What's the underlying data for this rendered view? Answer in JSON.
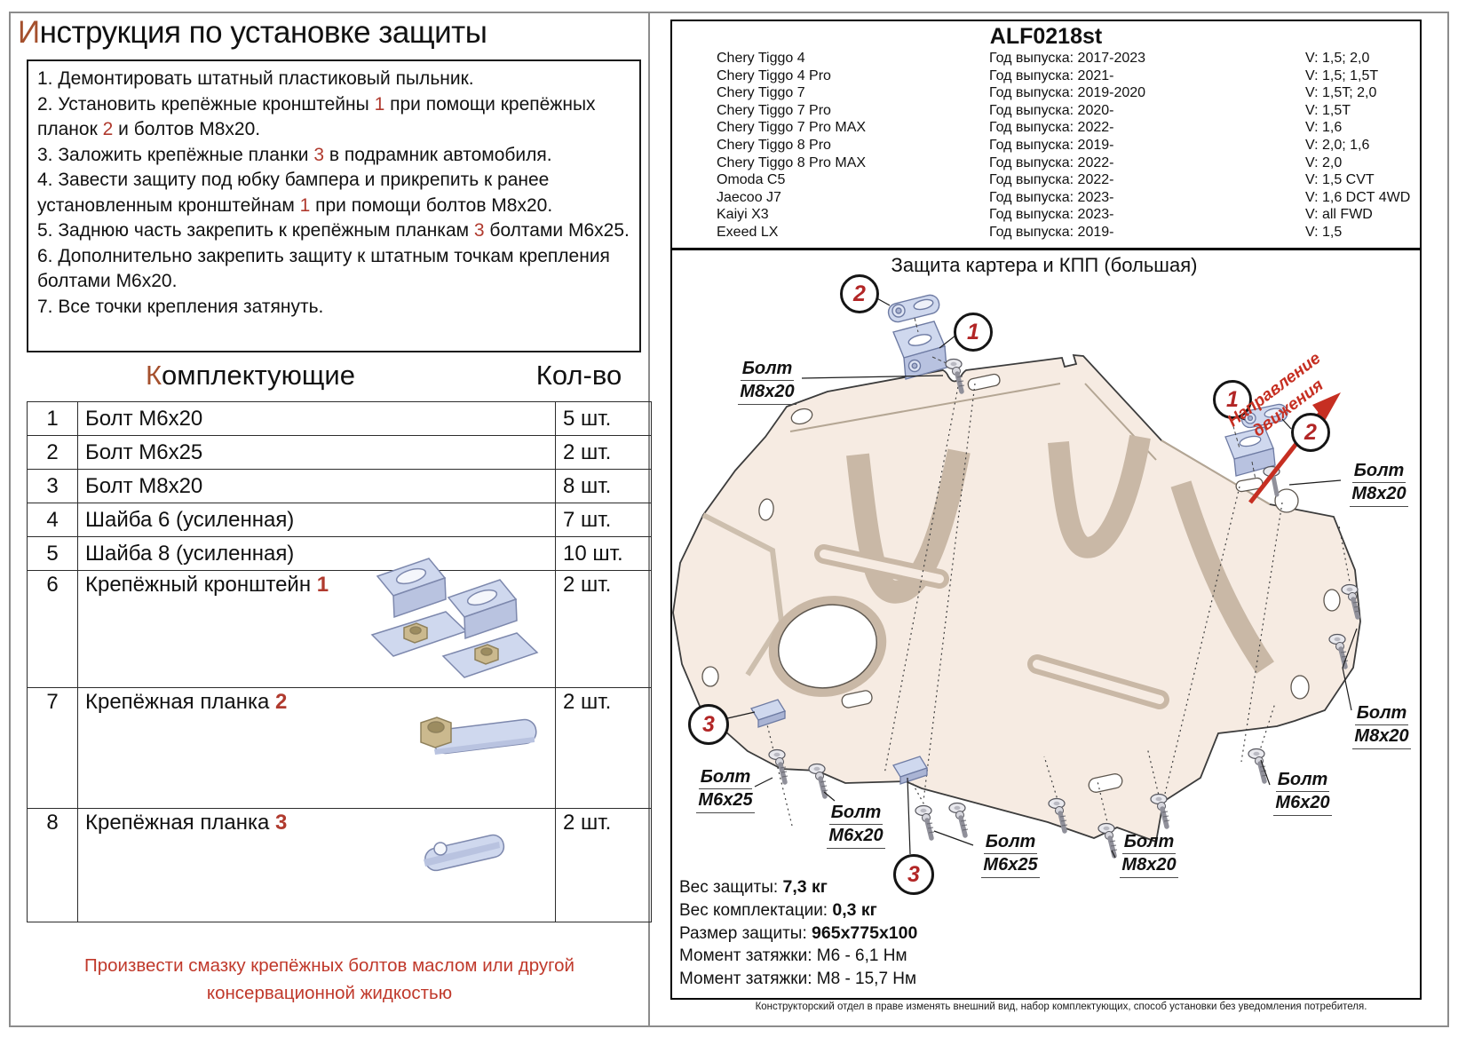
{
  "left": {
    "title": "Инструкция по установке защиты",
    "instructions": [
      [
        {
          "t": "1. Демонтировать штатный пластиковый пыльник."
        }
      ],
      [
        {
          "t": "2. Установить крепёжные кронштейны "
        },
        {
          "t": "1",
          "red": true
        },
        {
          "t": " при помощи крепёжных планок "
        },
        {
          "t": "2",
          "red": true
        },
        {
          "t": " и болтов М8х20."
        }
      ],
      [
        {
          "t": "3. Заложить крепёжные планки "
        },
        {
          "t": "3",
          "red": true
        },
        {
          "t": " в подрамник автомобиля."
        }
      ],
      [
        {
          "t": "4. Завести защиту под юбку бампера и прикрепить к ранее установленным кронштейнам "
        },
        {
          "t": "1",
          "red": true
        },
        {
          "t": " при помощи болтов М8х20."
        }
      ],
      [
        {
          "t": "5. Заднюю часть закрепить к крепёжным планкам "
        },
        {
          "t": "3",
          "red": true
        },
        {
          "t": " болтами М6х25."
        }
      ],
      [
        {
          "t": "6. Дополнительно закрепить защиту к штатным точкам крепления болтами М6х20."
        }
      ],
      [
        {
          "t": "7. Все точки крепления затянуть."
        }
      ]
    ],
    "components_title": "Комплектующие",
    "qty_title": "Кол-во",
    "components": [
      {
        "num": "1",
        "name": "Болт М6х20",
        "qty": "5 шт."
      },
      {
        "num": "2",
        "name": "Болт М6х25",
        "qty": "2 шт."
      },
      {
        "num": "3",
        "name": "Болт М8х20",
        "qty": "8 шт."
      },
      {
        "num": "4",
        "name": "Шайба 6 (усиленная)",
        "qty": "7 шт."
      },
      {
        "num": "5",
        "name": "Шайба 8 (усиленная)",
        "qty": "10 шт."
      },
      {
        "num": "6",
        "name": "Крепёжный кронштейн ",
        "ref": "1",
        "qty": "2 шт."
      },
      {
        "num": "7",
        "name": "Крепёжная планка ",
        "ref": "2",
        "qty": "2 шт."
      },
      {
        "num": "8",
        "name": "Крепёжная планка ",
        "ref": "3",
        "qty": "2 шт."
      }
    ],
    "warning": "Произвести смазку крепёжных болтов маслом или другой консервационной жидкостью"
  },
  "header": {
    "part_number": "ALF0218st",
    "vehicles": [
      {
        "model": "Chery Tiggo 4",
        "years": "Год выпуска: 2017-2023",
        "engine": "V: 1,5; 2,0"
      },
      {
        "model": "Chery Tiggo 4 Pro",
        "years": "Год выпуска: 2021-",
        "engine": "V: 1,5; 1,5T"
      },
      {
        "model": "Chery Tiggo 7",
        "years": "Год выпуска: 2019-2020",
        "engine": "V: 1,5T; 2,0"
      },
      {
        "model": "Chery Tiggo 7 Pro",
        "years": "Год выпуска: 2020-",
        "engine": "V: 1,5T"
      },
      {
        "model": "Chery Tiggo 7 Pro MAX",
        "years": "Год выпуска: 2022-",
        "engine": "V: 1,6"
      },
      {
        "model": "Chery Tiggo 8 Pro",
        "years": "Год выпуска: 2019-",
        "engine": "V: 2,0; 1,6"
      },
      {
        "model": "Chery Tiggo 8 Pro MAX",
        "years": "Год выпуска: 2022-",
        "engine": "V: 2,0"
      },
      {
        "model": "Omoda C5",
        "years": "Год выпуска: 2022-",
        "engine": "V: 1,5 CVT"
      },
      {
        "model": "Jaecoo J7",
        "years": "Год выпуска: 2023-",
        "engine": "V: 1,6 DCT 4WD"
      },
      {
        "model": "Kaiyi X3",
        "years": "Год выпуска: 2023-",
        "engine": "V: all FWD"
      },
      {
        "model": "Exeed LX",
        "years": "Год выпуска: 2019-",
        "engine": "V: 1,5"
      }
    ]
  },
  "drawing": {
    "title": "Защита картера и КПП (большая)",
    "direction_line1": "Направление",
    "direction_line2": "движения",
    "callouts": [
      "2",
      "1",
      "1",
      "2",
      "3",
      "3"
    ],
    "bolt_labels": [
      {
        "line1": "Болт",
        "line2": "М8х20"
      },
      {
        "line1": "Болт",
        "line2": "М8х20"
      },
      {
        "line1": "Болт",
        "line2": "М8х20"
      },
      {
        "line1": "Болт",
        "line2": "М6х20"
      },
      {
        "line1": "Болт",
        "line2": "М6х25"
      },
      {
        "line1": "Болт",
        "line2": "М6х20"
      },
      {
        "line1": "Болт",
        "line2": "М6х25"
      },
      {
        "line1": "Болт",
        "line2": "М8х20"
      }
    ],
    "specs": [
      {
        "label": "Вес защиты: ",
        "value": "7,3 кг"
      },
      {
        "label": "Вес комплектации: ",
        "value": "0,3 кг"
      },
      {
        "label": "Размер защиты: ",
        "value": "965х775х100"
      },
      {
        "label": "Момент затяжки: ",
        "value": "М6 - 6,1 Нм"
      },
      {
        "label": "Момент затяжки: ",
        "value": "М8 - 15,7 Нм"
      }
    ]
  },
  "footnote": "Конструкторский отдел в праве изменять внешний вид, набор комплектующих, способ установки без уведомления потребителя.",
  "colors": {
    "accent_red": "#b03a2e",
    "warning_red": "#c0392b",
    "direction_red": "#c62f22",
    "first_letter_brown": "#a5502d",
    "plate_fill": "#f6ebe2",
    "bracket_blue": "#cfd8ee"
  }
}
